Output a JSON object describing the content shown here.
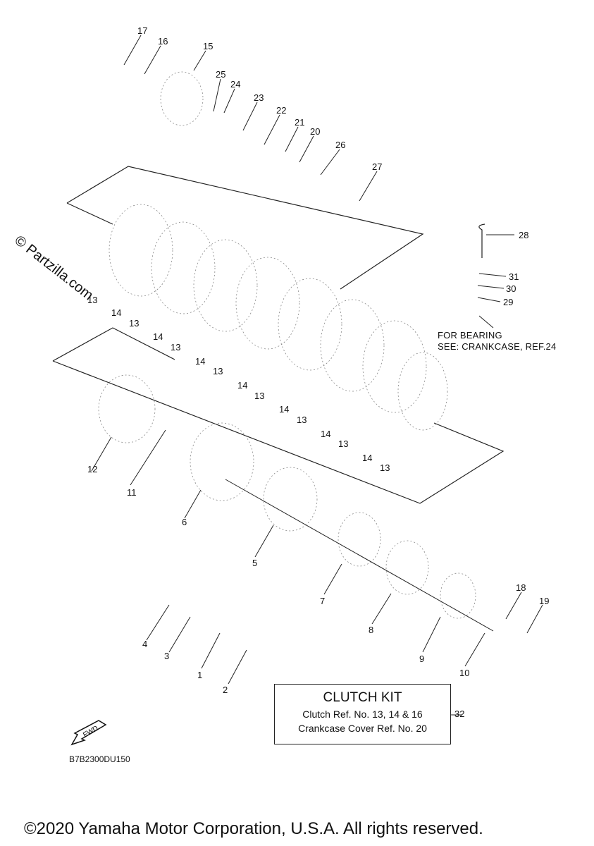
{
  "watermark": "© Partzilla.com",
  "drawing_code": "B7B2300DU150",
  "copyright": "©2020 Yamaha Motor Corporation, U.S.A. All rights reserved.",
  "bearing_note": {
    "line1": "FOR BEARING",
    "line2": "SEE: CRANKCASE, REF.24"
  },
  "clutch_kit": {
    "title": "CLUTCH KIT",
    "line1": "Clutch Ref. No. 13, 14 & 16",
    "line2": "Crankcase Cover Ref. No. 20",
    "ref": "32"
  },
  "fwd_badge": "FWD",
  "part_labels": [
    "17",
    "16",
    "15",
    "25",
    "24",
    "23",
    "22",
    "21",
    "20",
    "26",
    "27",
    "28",
    "31",
    "30",
    "29",
    "13",
    "14",
    "13",
    "14",
    "13",
    "14",
    "13",
    "14",
    "13",
    "14",
    "13",
    "14",
    "13",
    "14",
    "13",
    "12",
    "11",
    "6",
    "5",
    "7",
    "8",
    "9",
    "10",
    "18",
    "19",
    "4",
    "3",
    "1",
    "2"
  ]
}
